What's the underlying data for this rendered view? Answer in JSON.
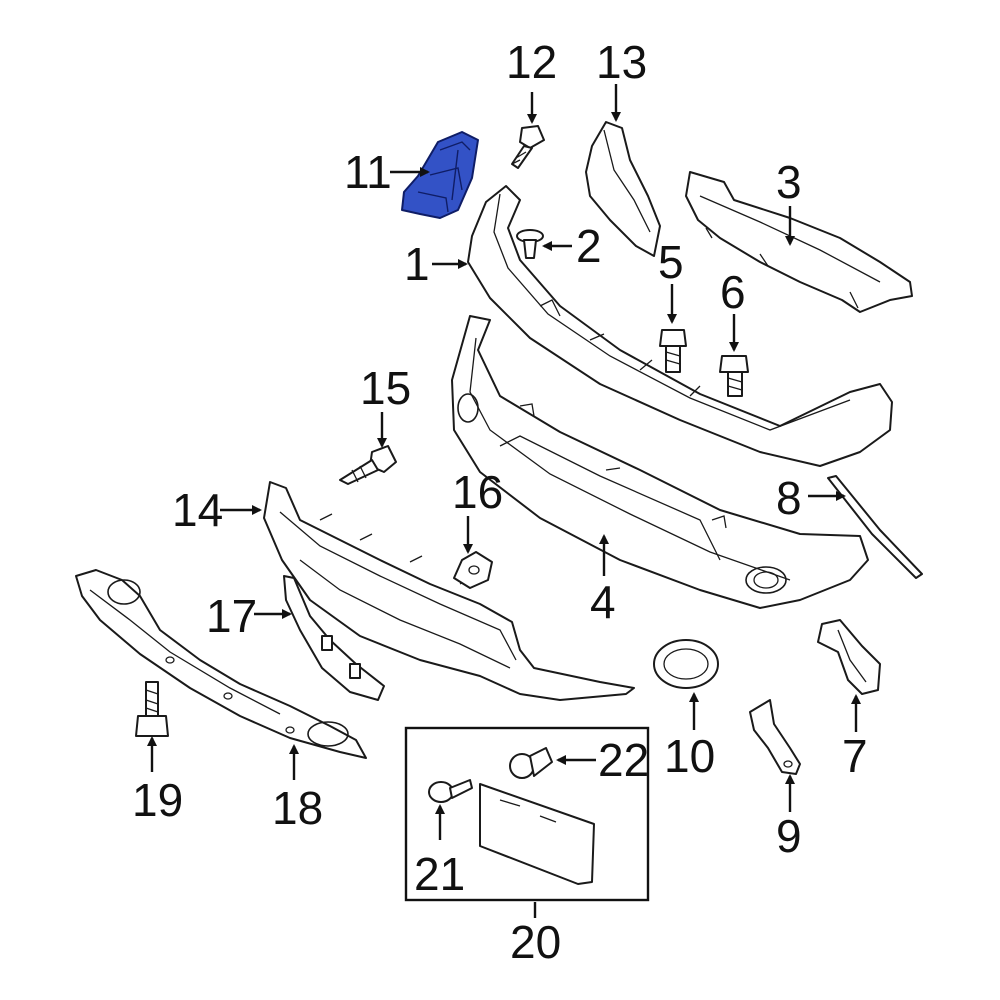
{
  "callouts": {
    "p1": "1",
    "p2": "2",
    "p3": "3",
    "p4": "4",
    "p5": "5",
    "p6": "6",
    "p7": "7",
    "p8": "8",
    "p9": "9",
    "p10": "10",
    "p11": "11",
    "p12": "12",
    "p13": "13",
    "p14": "14",
    "p15": "15",
    "p16": "16",
    "p17": "17",
    "p18": "18",
    "p19": "19",
    "p20": "20",
    "p21": "21",
    "p22": "22"
  },
  "highlight": {
    "part": "11",
    "color": "#3352c6"
  }
}
